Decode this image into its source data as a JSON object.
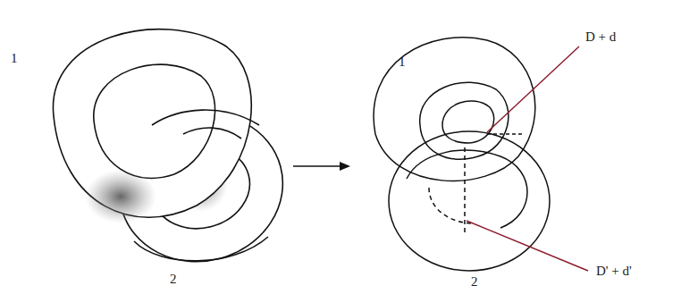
{
  "diagram": {
    "labels": [
      "1",
      "2",
      "1",
      "2",
      "D + d",
      "D' + d'"
    ]
  }
}
